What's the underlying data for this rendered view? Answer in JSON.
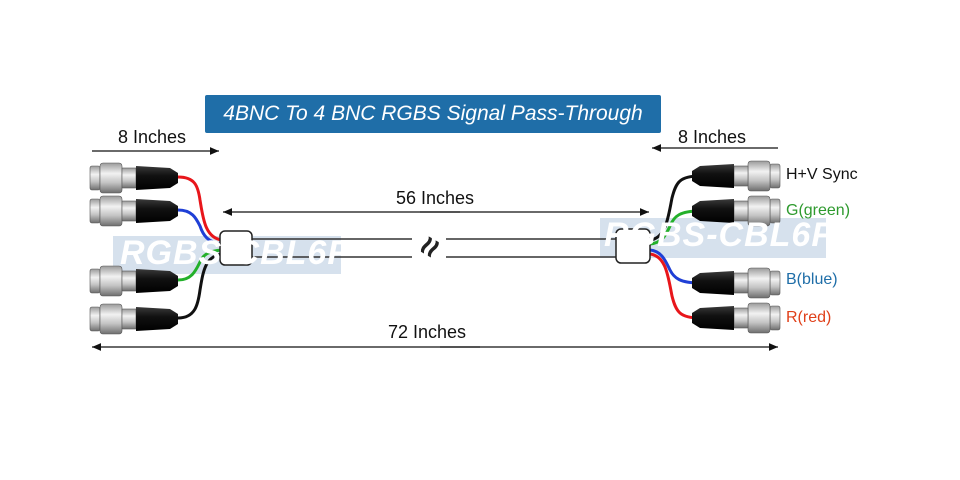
{
  "title": "4BNC To 4 BNC RGBS Signal Pass-Through",
  "dimensions": {
    "left_breakout": "8 Inches",
    "right_breakout": "8 Inches",
    "middle_cable": "56 Inches",
    "overall": "72 Inches"
  },
  "watermark": {
    "left": "RGBS-CBL6F",
    "right": "RGBS-CBL6F"
  },
  "right_connectors": [
    {
      "label": "H+V Sync",
      "color": "#111111"
    },
    {
      "label": "G(green)",
      "color": "#2e9a2e"
    },
    {
      "label": "B(blue)",
      "color": "#1f6ea8"
    },
    {
      "label": "R(red)",
      "color": "#e0401a"
    }
  ],
  "wire_colors": {
    "red": "#e8161b",
    "blue": "#1f3fd6",
    "green": "#23b02a",
    "black": "#111111"
  },
  "title_banner_color": "#1f6ea8",
  "break_symbol": "≈"
}
